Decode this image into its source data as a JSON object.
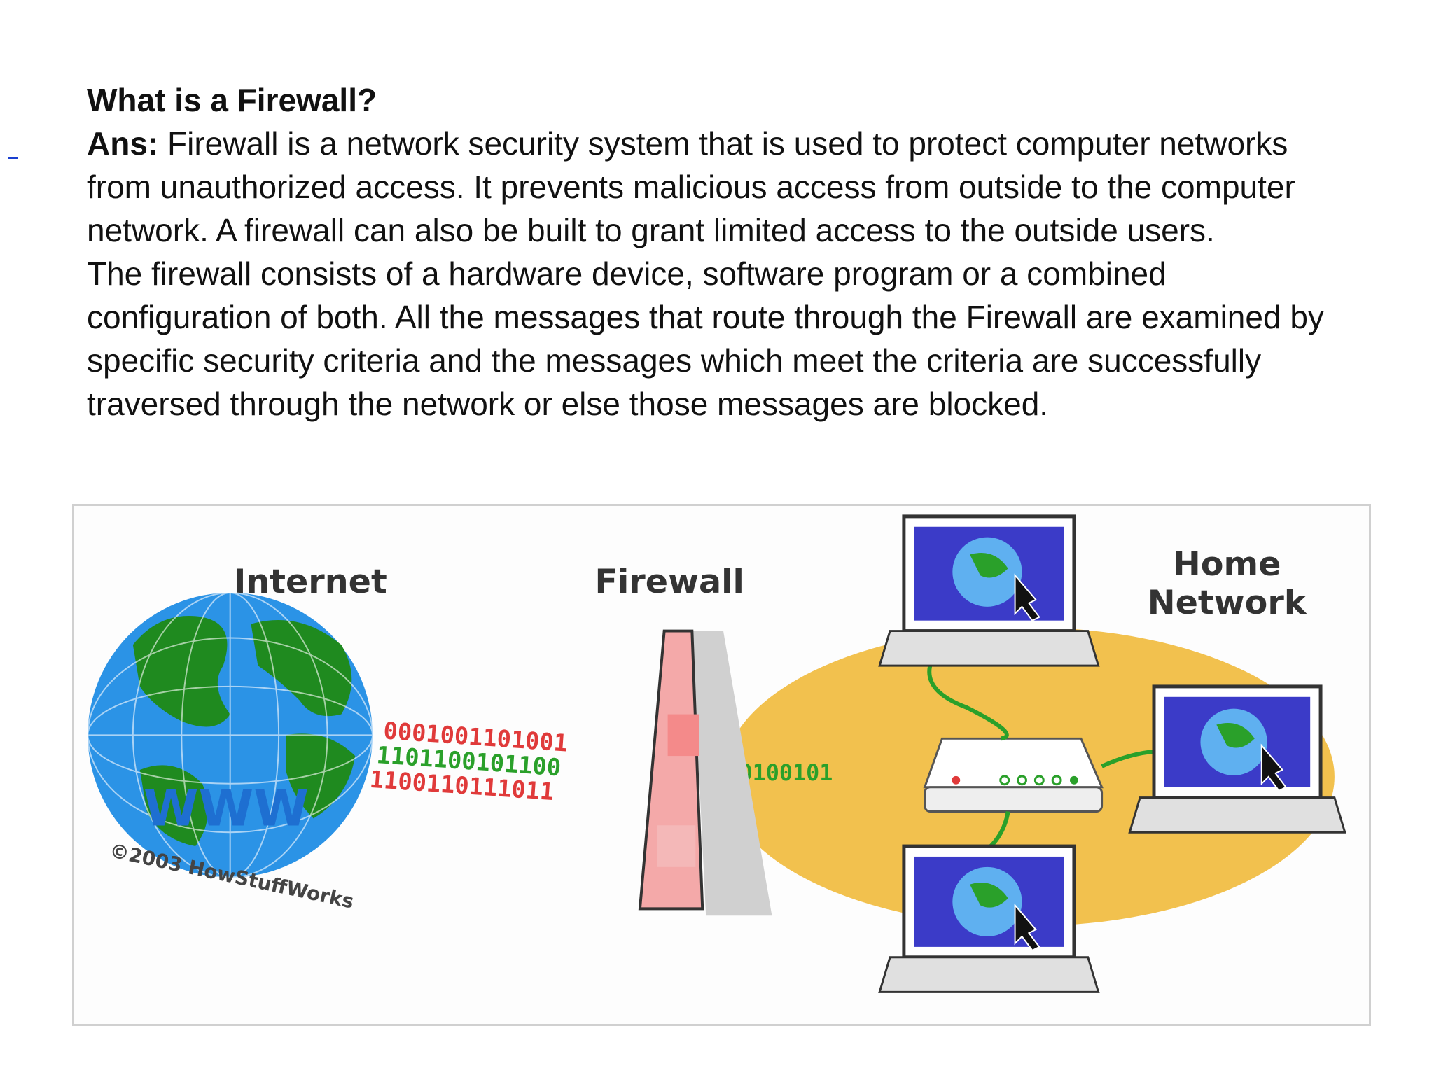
{
  "question": "What is a Firewall?",
  "answer_label": "Ans:",
  "answer_paragraph_1": " Firewall is a network security system that is used to protect computer networks from unauthorized access. It prevents malicious access from outside to the computer network. A firewall can also be built to grant limited access to the outside users.",
  "answer_paragraph_2": "The firewall consists of a hardware device, software program or a combined configuration of both. All the messages that route through the Firewall are examined by specific security criteria and the messages which meet the criteria are successfully traversed through the network or else those messages are blocked.",
  "diagram": {
    "label_internet": "Internet",
    "label_firewall": "Firewall",
    "label_home_line1": "Home",
    "label_home_line2": "Network",
    "globe_text": "WWW",
    "copyright": "©2003 HowStuffWorks",
    "bits_red_top": "0001001101001",
    "bits_green_mid": "1101100101100",
    "bits_red_bottom": "1100110111011",
    "bits_green_after": "1110100101",
    "colors": {
      "firewall_pink": "#f4a9a9",
      "network_oval": "#f2c14e",
      "bits_red": "#e03a3a",
      "bits_green": "#2aa02a",
      "monitor_screen": "#3b3bc8"
    }
  }
}
